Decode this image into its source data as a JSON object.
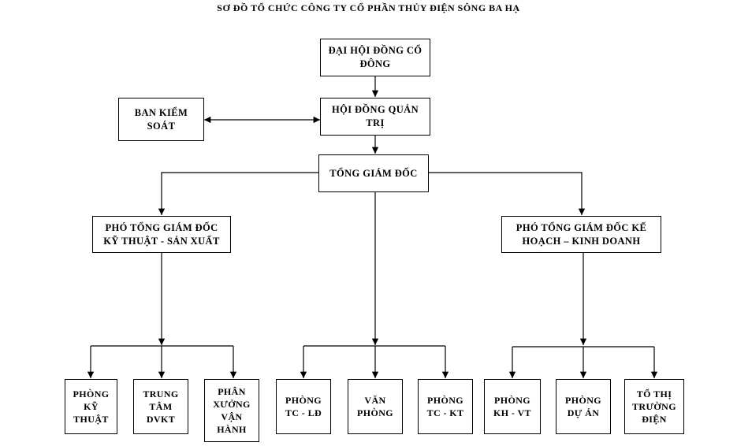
{
  "title": "SƠ ĐỒ TỔ CHỨC CÔNG TY CỔ PHẦN THỦY ĐIỆN SÔNG BA HẠ",
  "nodes": {
    "dhdcd": "ĐẠI HỘI ĐỒNG CỔ ĐÔNG",
    "hdqt": "HỘI ĐỒNG QUẢN TRỊ",
    "bks": "BAN KIỂM SOÁT",
    "tgd": "TỔNG GIÁM ĐỐC",
    "ptgd_kt": "PHÓ TỔNG GIÁM ĐỐC KỸ THUẬT - SẢN XUẤT",
    "ptgd_kh": "PHÓ TỔNG GIÁM ĐỐC KẾ HOẠCH – KINH DOANH",
    "phong_kythuat": "PHÒNG KỸ THUẬT",
    "trungtam_dvkt": "TRUNG TÂM DVKT",
    "phanxuong_vh": "PHÂN XƯỞNG VẬN HÀNH",
    "phong_tcld": "PHÒNG TC - LĐ",
    "vanphong": "VĂN PHÒNG",
    "phong_tckt": "PHÒNG TC - KT",
    "phong_khvt": "PHÒNG KH - VT",
    "phong_duan": "PHÒNG DỰ ÁN",
    "to_thitruong": "TỔ THỊ TRƯỜNG ĐIỆN"
  }
}
